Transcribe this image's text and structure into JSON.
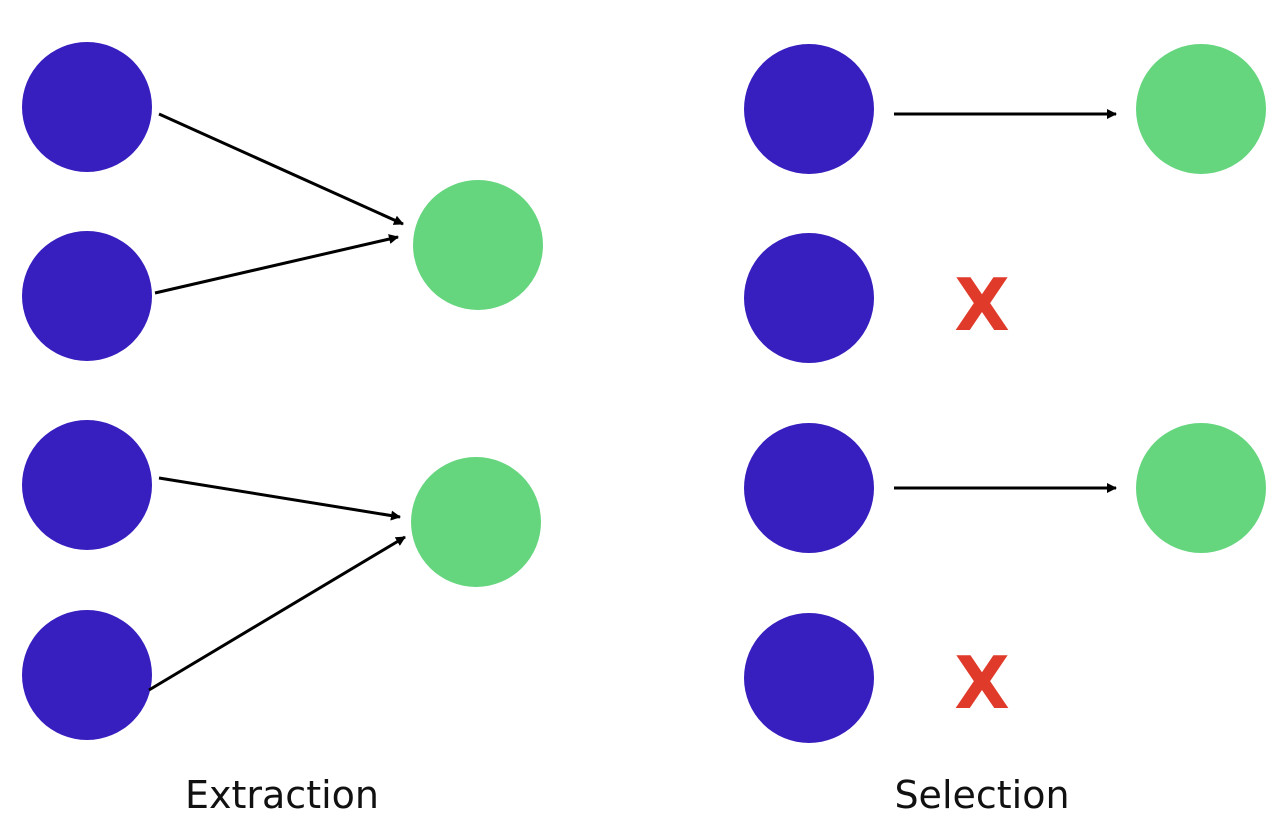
{
  "colors": {
    "input_node": "#371EBE",
    "output_node": "#65D57E",
    "arrow": "#000000",
    "discard_mark": "#E03A2A"
  },
  "extraction": {
    "label": "Extraction"
  },
  "selection": {
    "label": "Selection",
    "discard_symbol": "X"
  }
}
